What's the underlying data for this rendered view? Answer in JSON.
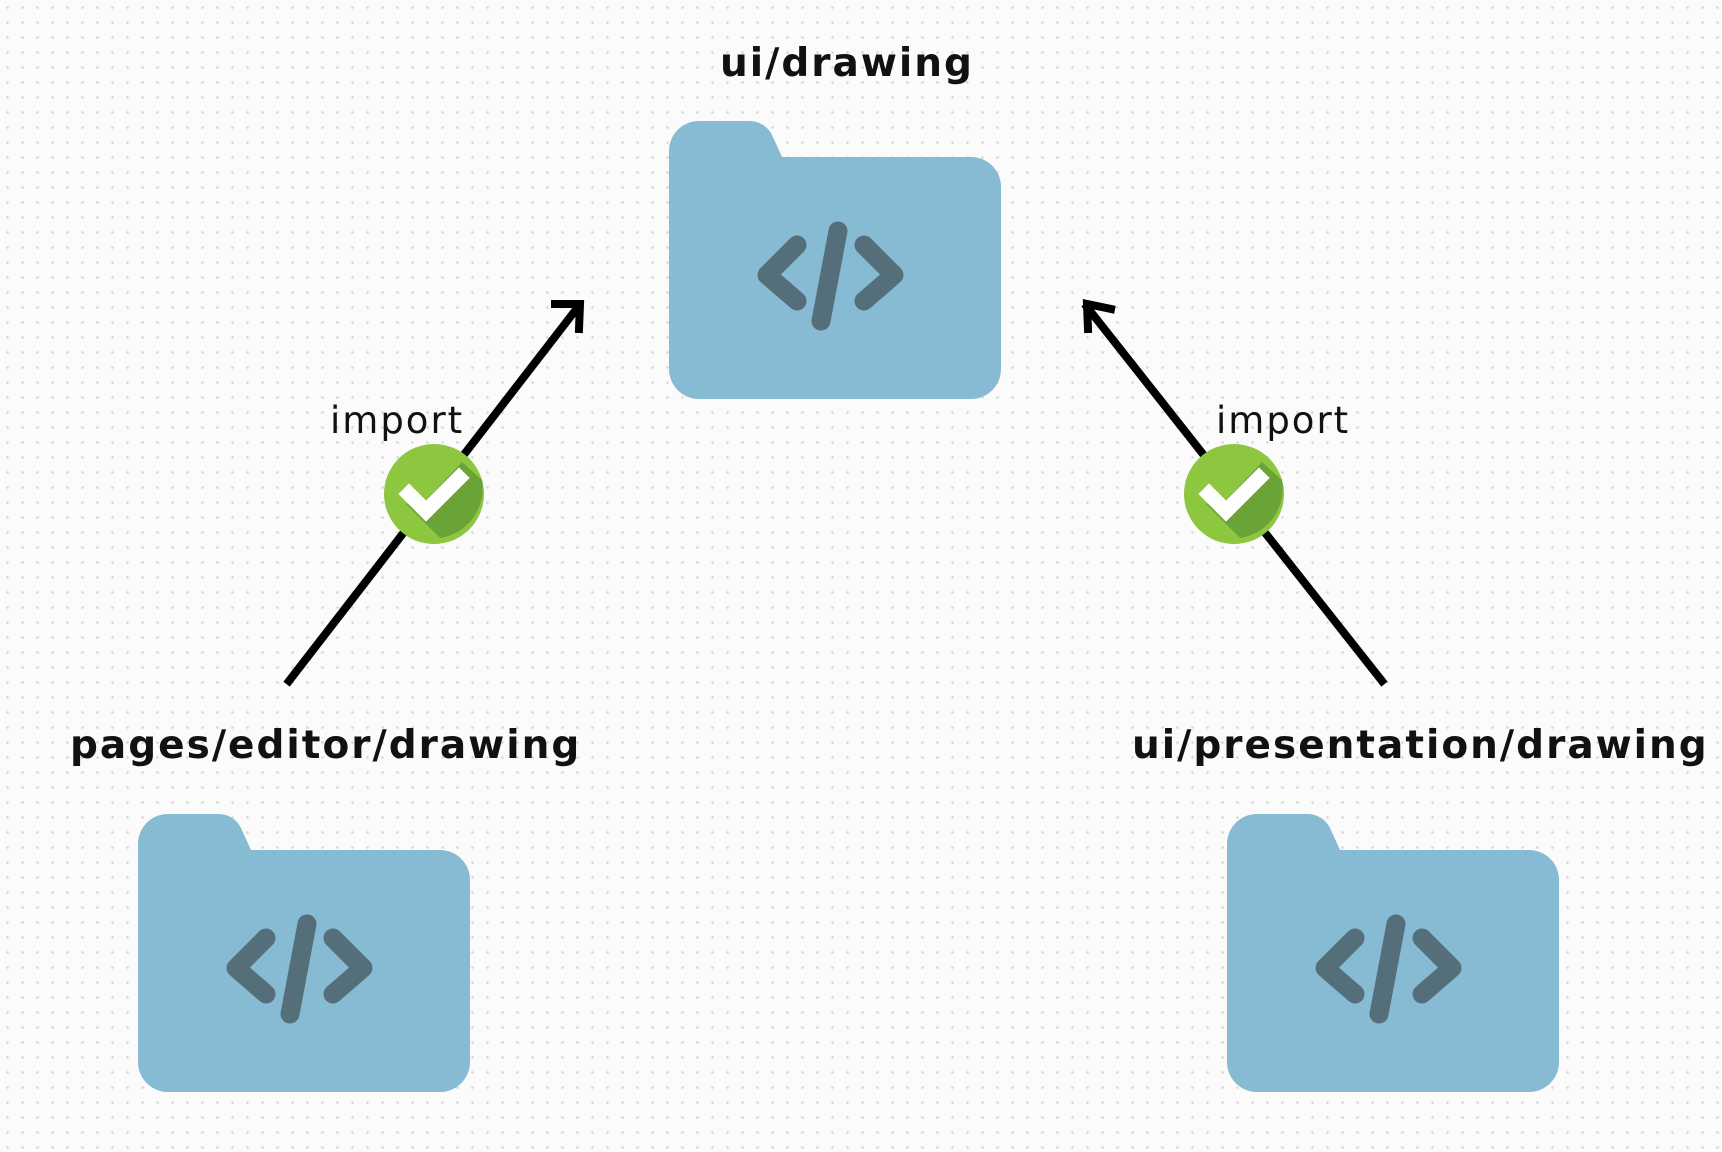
{
  "nodes": {
    "ui_drawing": {
      "label": "ui/drawing",
      "icon": "code-folder-icon"
    },
    "pages_editor_drawing": {
      "label": "pages/editor/drawing",
      "icon": "code-folder-icon"
    },
    "ui_presentation_drawing": {
      "label": "ui/presentation/drawing",
      "icon": "code-folder-icon"
    }
  },
  "edges": [
    {
      "from": "pages/editor/drawing",
      "to": "ui/drawing",
      "label": "import",
      "status": "allowed",
      "icon": "check-circle-icon"
    },
    {
      "from": "ui/presentation/drawing",
      "to": "ui/drawing",
      "label": "import",
      "status": "allowed",
      "icon": "check-circle-icon"
    }
  ],
  "colors": {
    "folder": "#87BAD3",
    "code_glyph": "#546E7A",
    "check_light": "#8DC63F",
    "check_dark": "#6AA336",
    "arrow": "#000000"
  }
}
